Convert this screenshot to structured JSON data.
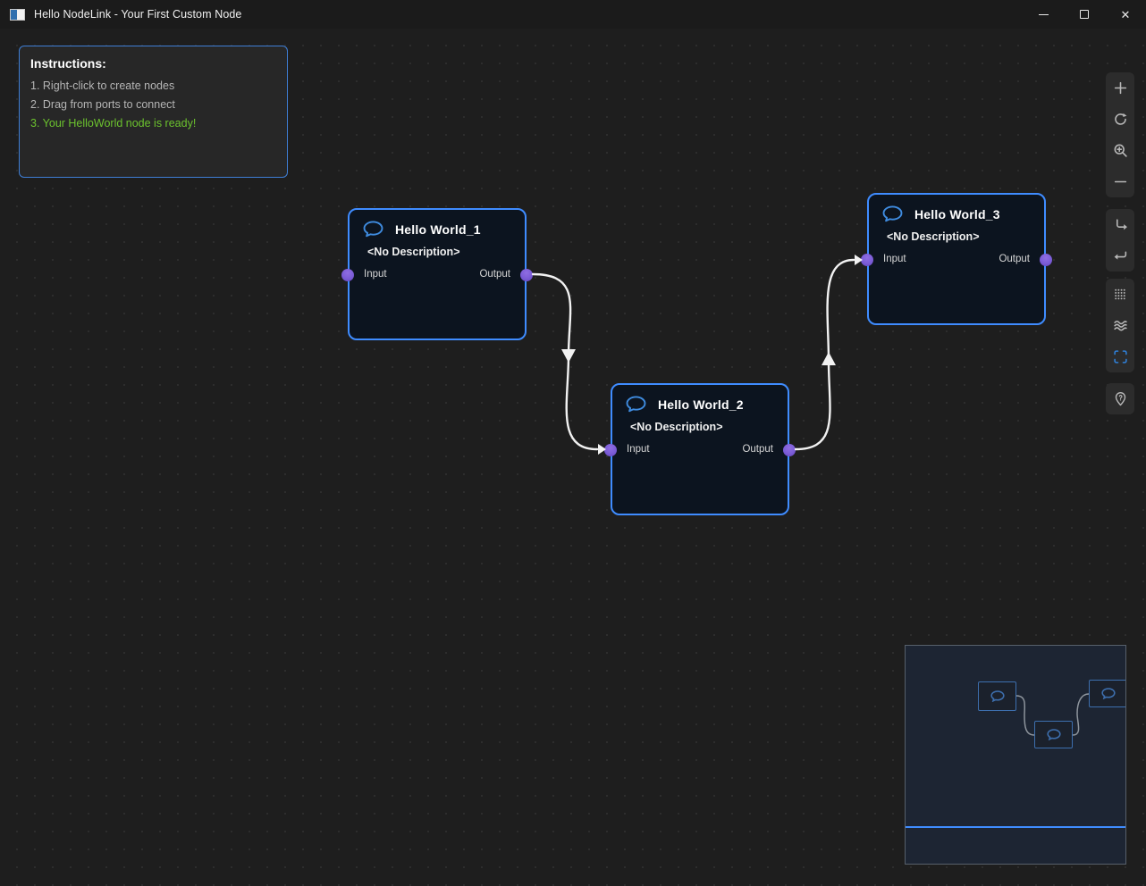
{
  "titlebar": {
    "title": "Hello NodeLink - Your First Custom Node",
    "close_glyph": "✕",
    "icons": [
      "app-icon",
      "minimize-icon",
      "maximize-icon",
      "close-icon"
    ]
  },
  "instructions": {
    "title": "Instructions:",
    "items": [
      "1. Right-click to create nodes",
      "2. Drag from ports to connect",
      "3. Your HelloWorld node is ready!"
    ]
  },
  "nodes": [
    {
      "title": "Hello World_1",
      "description": "<No Description>",
      "input_label": "Input",
      "output_label": "Output",
      "icon": "chat-bubble-icon"
    },
    {
      "title": "Hello World_2",
      "description": "<No Description>",
      "input_label": "Input",
      "output_label": "Output",
      "icon": "chat-bubble-icon"
    },
    {
      "title": "Hello World_3",
      "description": "<No Description>",
      "input_label": "Input",
      "output_label": "Output",
      "icon": "chat-bubble-icon"
    }
  ],
  "connections": [
    {
      "from": "Hello World_1.Output",
      "to": "Hello World_2.Input"
    },
    {
      "from": "Hello World_2.Output",
      "to": "Hello World_3.Input"
    }
  ],
  "toolbar": {
    "icons": [
      "plus-icon",
      "rotate-clockwise-icon",
      "zoom-in-icon",
      "minus-icon",
      "redo-arrow-icon",
      "return-arrow-icon",
      "dot-grid-icon",
      "waves-icon",
      "fit-view-icon",
      "location-pin-icon"
    ],
    "active_icon": "fit-view-icon"
  },
  "minimap": {
    "node_icons": [
      "chat-bubble-icon",
      "chat-bubble-icon",
      "chat-bubble-icon"
    ]
  },
  "colors": {
    "accent_blue": "#3f8cff",
    "port_purple": "#7b5cd6",
    "wire_white": "#f2f2f2",
    "success_green": "#6cc32e",
    "node_bg": "#0c141f",
    "canvas_bg": "#1e1e1e",
    "minimap_bg": "#1d2533",
    "toolbar_bg": "#2c2c2c"
  }
}
